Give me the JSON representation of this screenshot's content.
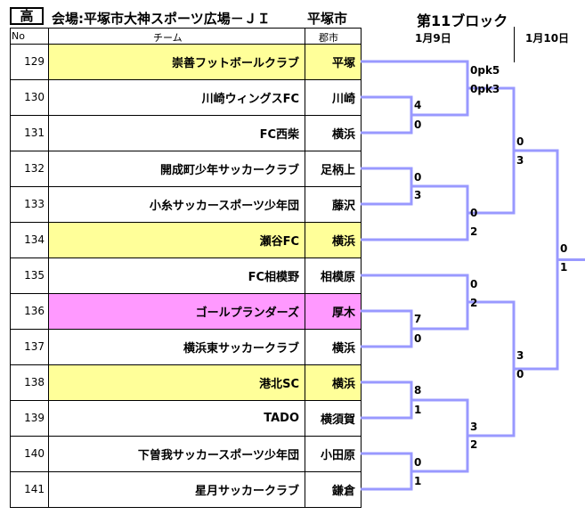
{
  "header": {
    "badge": "高",
    "venue": "会場:平塚市大神スポーツ広場－ＪＩ",
    "city": "平塚市",
    "block": "第11ブロック",
    "date1": "1月9日",
    "date2": "1月10日"
  },
  "columns": {
    "no": "No",
    "team": "チーム",
    "city": "郡市"
  },
  "colors": {
    "yellow": "#ffff99",
    "pink": "#ff99ff",
    "bracket": "#9999ff"
  },
  "rows": [
    {
      "no": "129",
      "team": "崇善フットボールクラブ",
      "city": "平塚",
      "color": "#ffff99"
    },
    {
      "no": "130",
      "team": "川崎ウィングスFC",
      "city": "川崎",
      "color": ""
    },
    {
      "no": "131",
      "team": "FC西柴",
      "city": "横浜",
      "color": ""
    },
    {
      "no": "132",
      "team": "開成町少年サッカークラブ",
      "city": "足柄上",
      "color": ""
    },
    {
      "no": "133",
      "team": "小糸サッカースポーツ少年団",
      "city": "藤沢",
      "color": ""
    },
    {
      "no": "134",
      "team": "瀬谷FC",
      "city": "横浜",
      "color": "#ffff99"
    },
    {
      "no": "135",
      "team": "FC相模野",
      "city": "相模原",
      "color": ""
    },
    {
      "no": "136",
      "team": "ゴールプランダーズ",
      "city": "厚木",
      "color": "#ff99ff"
    },
    {
      "no": "137",
      "team": "横浜東サッカークラブ",
      "city": "横浜",
      "color": ""
    },
    {
      "no": "138",
      "team": "港北SC",
      "city": "横浜",
      "color": "#ffff99"
    },
    {
      "no": "139",
      "team": "TADO",
      "city": "横須賀",
      "color": ""
    },
    {
      "no": "140",
      "team": "下曽我サッカースポーツ少年団",
      "city": "小田原",
      "color": ""
    },
    {
      "no": "141",
      "team": "星月サッカークラブ",
      "city": "鎌倉",
      "color": ""
    }
  ],
  "scores": {
    "m130_131_top": "4",
    "m130_131_bot": "0",
    "m132_133_top": "0",
    "m132_133_bot": "3",
    "m136_137_top": "7",
    "m136_137_bot": "0",
    "m138_139_top": "8",
    "m138_139_bot": "1",
    "m140_141_top": "0",
    "m140_141_bot": "1",
    "r2_a_top": "0pk5",
    "r2_a_bot": "0pk3",
    "r2_b_top": "0",
    "r2_b_bot": "2",
    "r2_c_top": "0",
    "r2_c_bot": "2",
    "r2_d_top": "3",
    "r2_d_bot": "2",
    "r3_a_top": "0",
    "r3_a_bot": "3",
    "r3_b_top": "3",
    "r3_b_bot": "0",
    "final_top": "0",
    "final_bot": "1"
  }
}
